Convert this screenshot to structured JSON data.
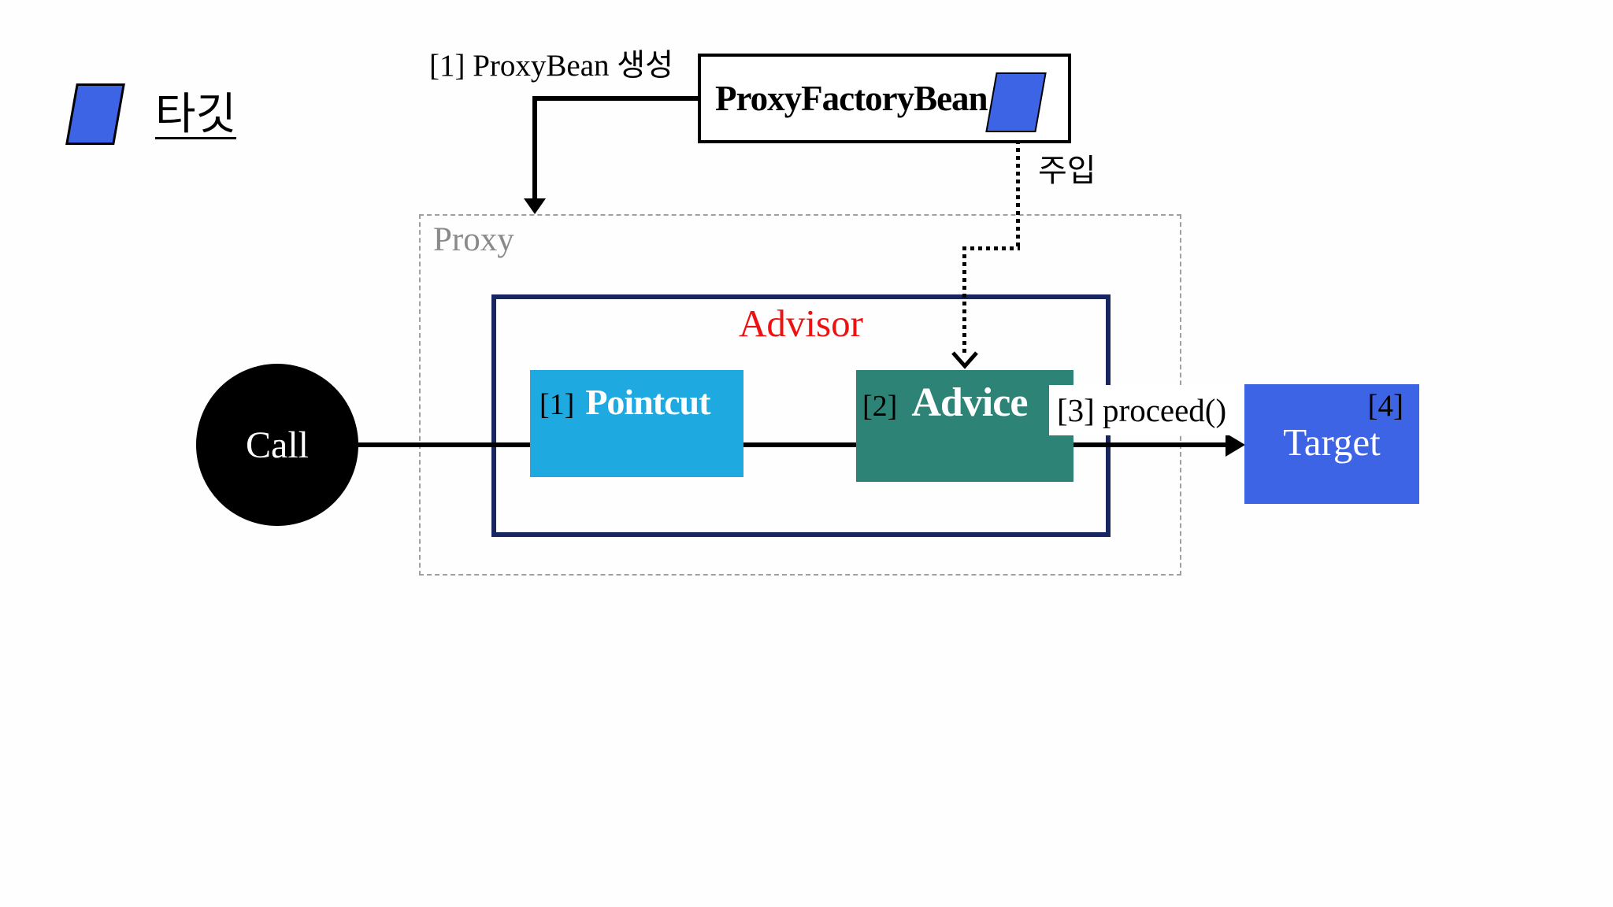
{
  "colors": {
    "blue": "#3e64e6",
    "cyan": "#1eaae1",
    "teal": "#2d8476",
    "navy": "#17265e",
    "red": "#ee1111",
    "graytext": "#8a8a8a"
  },
  "legend": {
    "swatch_icon": "blue-parallelogram",
    "label": "타깃"
  },
  "diagram": {
    "create_label": "[1] ProxyBean 생성",
    "factory": {
      "label": "ProxyFactoryBean",
      "swatch_icon": "blue-parallelogram"
    },
    "inject_label": "주입",
    "proxy": {
      "label": "Proxy"
    },
    "advisor": {
      "label": "Advisor"
    },
    "pointcut": {
      "num": "[1]",
      "label": "Pointcut"
    },
    "advice": {
      "num": "[2]",
      "label": "Advice"
    },
    "proceed_label": "[3] proceed()",
    "call": {
      "label": "Call"
    },
    "target": {
      "num": "[4]",
      "label": "Target"
    }
  }
}
